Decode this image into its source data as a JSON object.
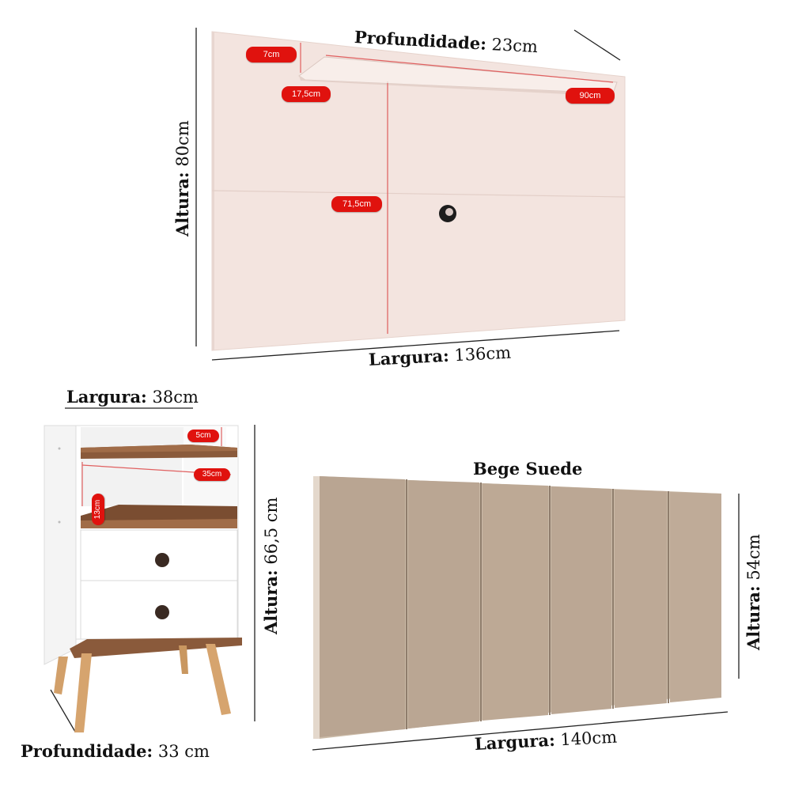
{
  "panel": {
    "depth_label": "Profundidade:",
    "depth_value": "23cm",
    "height_label": "Altura:",
    "height_value": "80cm",
    "width_label": "Largura:",
    "width_value": "136cm",
    "tags": {
      "shelf_height": "7cm",
      "shelf_depth": "17,5cm",
      "shelf_width": "90cm",
      "inner_height": "71,5cm"
    }
  },
  "nightstand": {
    "width_label": "Largura:",
    "width_value": "38cm",
    "height_label": "Altura:",
    "height_value": "66,5 cm",
    "depth_label": "Profundidade:",
    "depth_value": "33 cm",
    "tags": {
      "top_gap": "5cm",
      "inner_width": "35cm",
      "niche_height": "13cm"
    }
  },
  "headboard": {
    "title": "Bege Suede",
    "height_label": "Altura:",
    "height_value": "54cm",
    "width_label": "Largura:",
    "width_value": "140cm"
  },
  "colors": {
    "panel": "#f3e4df",
    "suede": "#bba794",
    "wood": "#8a5a3b",
    "white": "#ffffff",
    "tag": "#e0120e"
  }
}
